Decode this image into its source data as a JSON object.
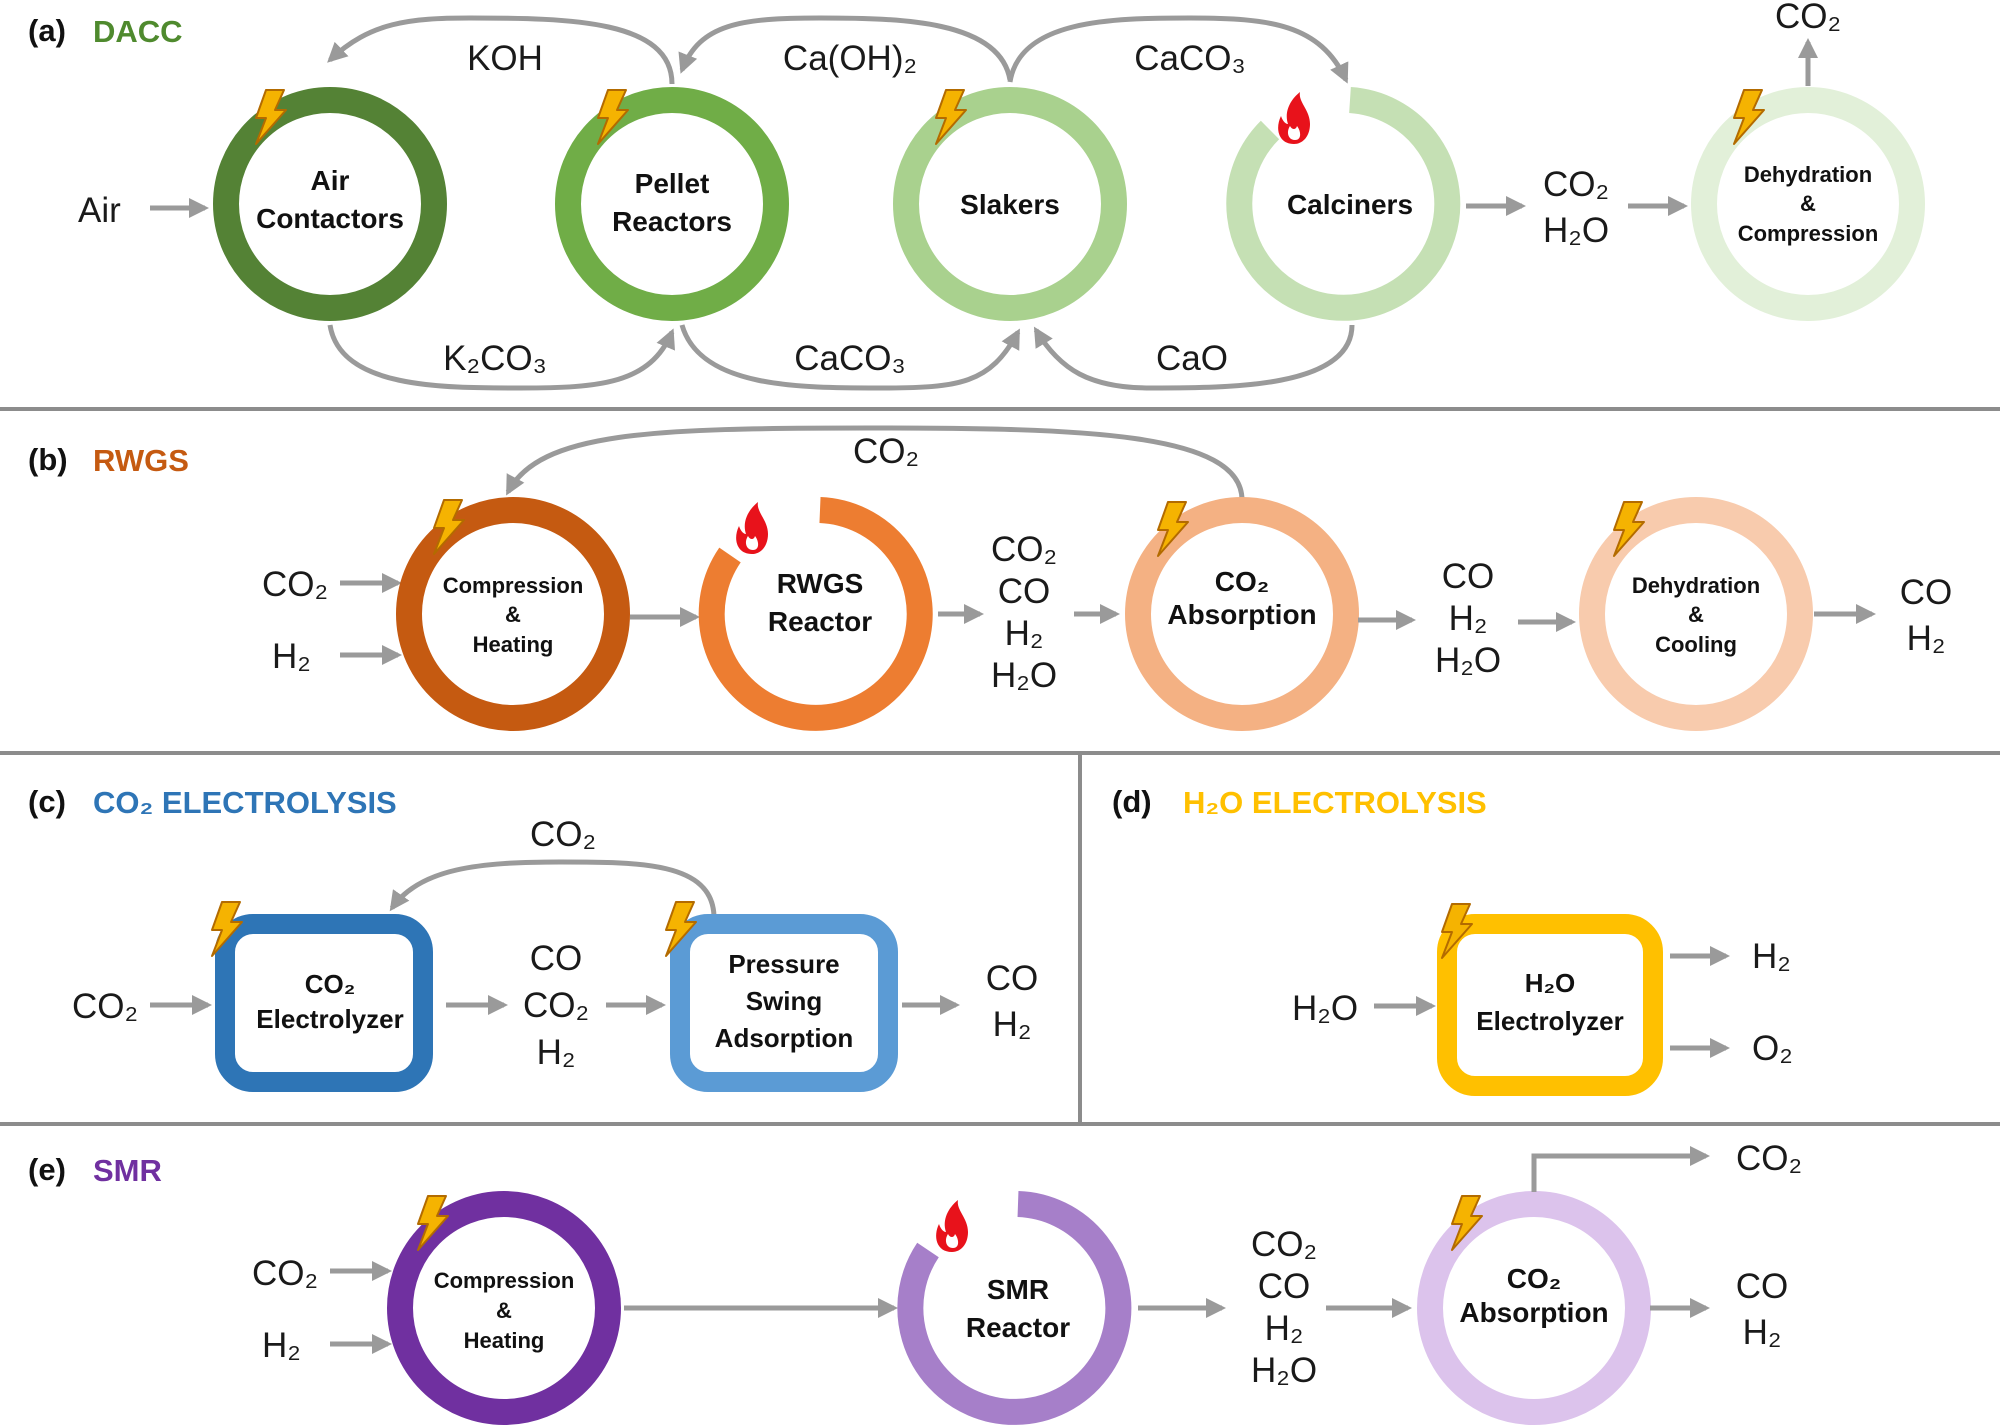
{
  "colors": {
    "arrow": "#9a9a9a",
    "separator": "#8c8c8c",
    "bolt": "#f5b301",
    "bolt_edge": "#b36b00",
    "flame": "#e8121b"
  },
  "panels": {
    "a": {
      "tag": "(a)",
      "title": "DACC",
      "title_color": "#4f8a2e",
      "nodes": {
        "air_contactors": {
          "line1": "Air",
          "line2": "Contactors",
          "color": "#548235",
          "icon": "lightning-bolt"
        },
        "pellet_reactors": {
          "line1": "Pellet",
          "line2": "Reactors",
          "color": "#70ad47",
          "icon": "lightning-bolt"
        },
        "slakers": {
          "line1": "Slakers",
          "color": "#a9d18e",
          "icon": "lightning-bolt"
        },
        "calciners": {
          "line1": "Calciners",
          "color": "#c5e0b4",
          "icon": "flame"
        },
        "dehydration": {
          "line1": "Dehydration",
          "line2": "&",
          "line3": "Compression",
          "color": "#e2f0d9",
          "icon": "lightning-bolt"
        }
      },
      "labels": {
        "air": "Air",
        "koh": "KOH",
        "caoh2": "Ca(OH)₂",
        "caco3_top": "CaCO₃",
        "k2co3": "K₂CO₃",
        "caco3_bottom": "CaCO₃",
        "cao": "CaO",
        "co2_h2o_co2": "CO₂",
        "co2_h2o_h2o": "H₂O",
        "co2_out": "CO₂"
      }
    },
    "b": {
      "tag": "(b)",
      "title": "RWGS",
      "title_color": "#c55a11",
      "nodes": {
        "compression_heating": {
          "line1": "Compression",
          "line2": "&",
          "line3": "Heating",
          "color": "#c55a11",
          "icon": "lightning-bolt"
        },
        "rwgs_reactor": {
          "line1": "RWGS",
          "line2": "Reactor",
          "color": "#ed7d31",
          "icon": "flame"
        },
        "co2_absorption": {
          "line1": "CO₂",
          "line2": "Absorption",
          "color": "#f4b183",
          "icon": "lightning-bolt"
        },
        "dehydration_cooling": {
          "line1": "Dehydration",
          "line2": "&",
          "line3": "Cooling",
          "color": "#f8cbad",
          "icon": "lightning-bolt"
        }
      },
      "labels": {
        "recycle_co2": "CO₂",
        "in_co2": "CO₂",
        "in_h2": "H₂",
        "mix1": [
          "CO₂",
          "CO",
          "H₂",
          "H₂O"
        ],
        "mix2": [
          "CO",
          "H₂",
          "H₂O"
        ],
        "out": [
          "CO",
          "H₂"
        ]
      }
    },
    "c": {
      "tag": "(c)",
      "title": "CO₂ ELECTROLYSIS",
      "title_color": "#2e75b6",
      "nodes": {
        "electrolyzer": {
          "line1": "CO₂",
          "line2": "Electrolyzer",
          "color": "#2e75b6",
          "icon": "lightning-bolt"
        },
        "psa": {
          "line1": "Pressure",
          "line2": "Swing",
          "line3": "Adsorption",
          "color": "#5b9bd5",
          "icon": "lightning-bolt"
        }
      },
      "labels": {
        "recycle_co2": "CO₂",
        "in_co2": "CO₂",
        "mix": [
          "CO",
          "CO₂",
          "H₂"
        ],
        "out": [
          "CO",
          "H₂"
        ]
      }
    },
    "d": {
      "tag": "(d)",
      "title": "H₂O ELECTROLYSIS",
      "title_color": "#ffc000",
      "nodes": {
        "electrolyzer": {
          "line1": "H₂O",
          "line2": "Electrolyzer",
          "color": "#ffc000",
          "icon": "lightning-bolt"
        }
      },
      "labels": {
        "in_h2o": "H₂O",
        "out_h2": "H₂",
        "out_o2": "O₂"
      }
    },
    "e": {
      "tag": "(e)",
      "title": "SMR",
      "title_color": "#7030a0",
      "nodes": {
        "compression_heating": {
          "line1": "Compression",
          "line2": "&",
          "line3": "Heating",
          "color": "#7030a0",
          "icon": "lightning-bolt"
        },
        "smr_reactor": {
          "line1": "SMR",
          "line2": "Reactor",
          "color": "#a67fc9",
          "icon": "flame"
        },
        "co2_absorption": {
          "line1": "CO₂",
          "line2": "Absorption",
          "color": "#dcc3ec",
          "icon": "lightning-bolt"
        }
      },
      "labels": {
        "in_co2": "CO₂",
        "in_h2": "H₂",
        "mix": [
          "CO₂",
          "CO",
          "H₂",
          "H₂O"
        ],
        "out_co2": "CO₂",
        "out": [
          "CO",
          "H₂"
        ]
      }
    }
  }
}
